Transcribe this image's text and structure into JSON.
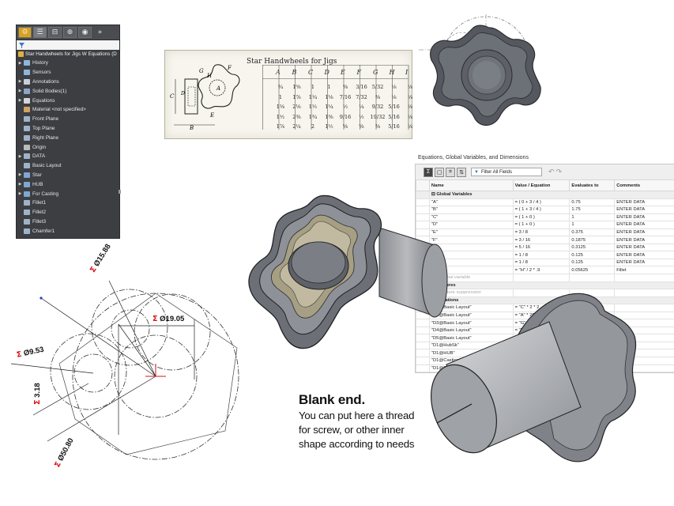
{
  "feature_tree": {
    "root": "Star Handwheels for Jigs W Equations (D",
    "items": [
      {
        "label": "History",
        "arrow": true,
        "icon": "history-icon",
        "color": "#8fb6d8"
      },
      {
        "label": "Sensors",
        "arrow": false,
        "icon": "sensors-icon",
        "color": "#8fb6d8"
      },
      {
        "label": "Annotations",
        "arrow": true,
        "icon": "annotations-icon",
        "color": "#c9cfd6"
      },
      {
        "label": "Solid Bodies(1)",
        "arrow": true,
        "icon": "solid-bodies-icon",
        "color": "#8aa6c4"
      },
      {
        "label": "Equations",
        "arrow": true,
        "icon": "equations-icon",
        "color": "#d6d6d6"
      },
      {
        "label": "Material <not specified>",
        "arrow": false,
        "icon": "material-icon",
        "color": "#cfa266"
      },
      {
        "label": "Front Plane",
        "arrow": false,
        "icon": "plane-icon",
        "color": "#9fb3c8"
      },
      {
        "label": "Top Plane",
        "arrow": false,
        "icon": "plane-icon",
        "color": "#9fb3c8"
      },
      {
        "label": "Right Plane",
        "arrow": false,
        "icon": "plane-icon",
        "color": "#9fb3c8"
      },
      {
        "label": "Origin",
        "arrow": false,
        "icon": "origin-icon",
        "color": "#bbbbbb"
      },
      {
        "label": "DATA",
        "arrow": true,
        "icon": "sketch-icon",
        "color": "#9fb3c8"
      },
      {
        "label": "Basic Layout",
        "arrow": false,
        "icon": "sketch-icon",
        "color": "#9fb3c8"
      },
      {
        "label": "Star",
        "arrow": true,
        "icon": "extrude-icon",
        "color": "#7fa7cf"
      },
      {
        "label": "HUB",
        "arrow": true,
        "icon": "extrude-icon",
        "color": "#7fa7cf"
      },
      {
        "label": "For Casting",
        "arrow": true,
        "icon": "extrude-icon",
        "color": "#7fa7cf"
      },
      {
        "label": "Fillet1",
        "arrow": false,
        "icon": "fillet-icon",
        "color": "#9fb3c8"
      },
      {
        "label": "Fillet2",
        "arrow": false,
        "icon": "fillet-icon",
        "color": "#9fb3c8"
      },
      {
        "label": "Fillet3",
        "arrow": false,
        "icon": "fillet-icon",
        "color": "#9fb3c8"
      },
      {
        "label": "Chamfer1",
        "arrow": false,
        "icon": "chamfer-icon",
        "color": "#9fb3c8"
      }
    ]
  },
  "scan": {
    "title": "Star Handwheels for Jigs",
    "headers": [
      "A",
      "B",
      "C",
      "D",
      "E",
      "F",
      "G",
      "H",
      "I"
    ],
    "rows": [
      [
        "¾",
        "1⅝",
        "1",
        "1",
        "⅜",
        "3/16",
        "5/32",
        "⅛",
        "⅛"
      ],
      [
        "1",
        "1⅞",
        "1¼",
        "1⅛",
        "7/16",
        "7/32",
        "⅜",
        "⅛",
        "⅛"
      ],
      [
        "1⅛",
        "2⅛",
        "1½",
        "1¼",
        "½",
        "¼",
        "9/32",
        "5/16",
        "⅛"
      ],
      [
        "1½",
        "2⅜",
        "1¾",
        "1⅜",
        "9/16",
        "½",
        "19/32",
        "5/16",
        "⅛"
      ],
      [
        "1⅞",
        "2¼",
        "2",
        "1½",
        "⅝",
        "⅝",
        "⅜",
        "5/16",
        "⅛"
      ]
    ]
  },
  "equations": {
    "title": "Equations, Global Variables, and Dimensions",
    "filter_placeholder": "Filter All Fields",
    "columns": [
      "Name",
      "Value / Equation",
      "Evaluates to",
      "Comments"
    ],
    "group_globals": "Global Variables",
    "globals": [
      [
        "\"A\"",
        "= ( 0 + 3 / 4 )",
        "0.75",
        "ENTER DATA"
      ],
      [
        "\"B\"",
        "= ( 1 + 3 / 4 )",
        "1.75",
        "ENTER DATA"
      ],
      [
        "\"C\"",
        "= ( 1 + 0 )",
        "1",
        "ENTER DATA"
      ],
      [
        "\"D\"",
        "= ( 1 + 0 )",
        "1",
        "ENTER DATA"
      ],
      [
        "\"E\"",
        "= 3 / 8",
        "0.375",
        "ENTER DATA"
      ],
      [
        "\"F\"",
        "= 3 / 16",
        "0.1875",
        "ENTER DATA"
      ],
      [
        "\"G\"",
        "= 5 / 16",
        "0.3125",
        "ENTER DATA"
      ],
      [
        "\"H\"",
        "= 1 / 8",
        "0.125",
        "ENTER DATA"
      ],
      [
        "",
        "= 1 / 8",
        "0.125",
        "ENTER DATA"
      ],
      [
        "",
        "= \"H\" / 2 * .9",
        "0.05625",
        "Fillet"
      ]
    ],
    "add_global_hint": "Add global variable",
    "group_features": "Features",
    "add_feature_hint": "Add feature suppression",
    "group_equations": "Equations",
    "equation_rows": [
      [
        "\"D1@Basic Layout\"",
        "= \"C\" * 2 * 2",
        ""
      ],
      [
        "\"D2@Basic Layout\"",
        "= \"A\" * 25.4",
        ""
      ],
      [
        "\"D3@Basic Layout\"",
        "= \"G\" * 2 *",
        ""
      ],
      [
        "\"D4@Basic Layout\"",
        "= \"F\" * 2 *",
        ""
      ],
      [
        "\"D5@Basic Layout\"",
        "",
        ""
      ],
      [
        "\"D1@HubSk\"",
        "",
        ""
      ],
      [
        "\"D1@HUB\"",
        "",
        ""
      ],
      [
        "\"D1@CastingSk\"",
        "",
        ""
      ],
      [
        "\"D1@Fillet1\"",
        "",
        ""
      ],
      [
        "\"D1@...\"",
        "",
        ""
      ]
    ]
  },
  "sketch": {
    "dims": [
      "Ø15.88",
      "Ø19.05",
      "Ø9.53",
      "3.18",
      "Ø50.80"
    ],
    "sigma": "Σ"
  },
  "annotation": {
    "title": "Blank end.",
    "lines": [
      "You can put here a thread",
      "for screw, or other inner",
      "shape according to needs"
    ]
  }
}
